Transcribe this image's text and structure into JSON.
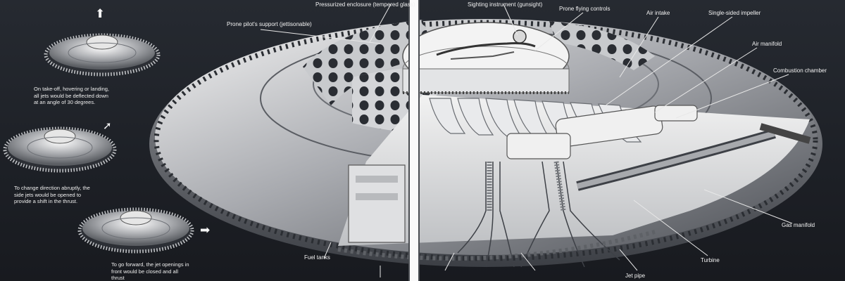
{
  "callouts": {
    "pressurized_enclosure": "Pressurized enclosure (tempered glass)",
    "sighting_instrument": "Sighting instrument (gunsight)",
    "prone_flying_controls": "Prone flying controls",
    "air_intake": "Air intake",
    "single_sided_impeller": "Single-sided impeller",
    "air_manifold": "Air manifold",
    "combustion_chamber": "Combustion chamber",
    "prone_pilot_support": "Prone pilot's support (jettisonable)",
    "gas_manifold": "Gas manifold",
    "turbine": "Turbine",
    "jet_pipe": "Jet pipe",
    "fuel_tanks": "Fuel tanks"
  },
  "notes": {
    "takeoff": "On take-off, hovering or landing, all jets would be deflected down at an angle of 30 degrees.",
    "change_direction": "To change direction abruptly, the side jets would be opened to provide a shift in the thrust.",
    "forward": "To go forward, the jet openings in front would be closed and all thrust"
  },
  "arrows": {
    "up": "⬆",
    "diagonal": "➚",
    "right": "➡"
  },
  "icons": [
    "up-arrow-icon",
    "diagonal-arrow-icon",
    "right-arrow-icon"
  ],
  "colors": {
    "background": "#1f2229",
    "hull_light": "#d9d9d9",
    "hull_dark": "#6e7177",
    "label_text": "#f2f2f2"
  }
}
